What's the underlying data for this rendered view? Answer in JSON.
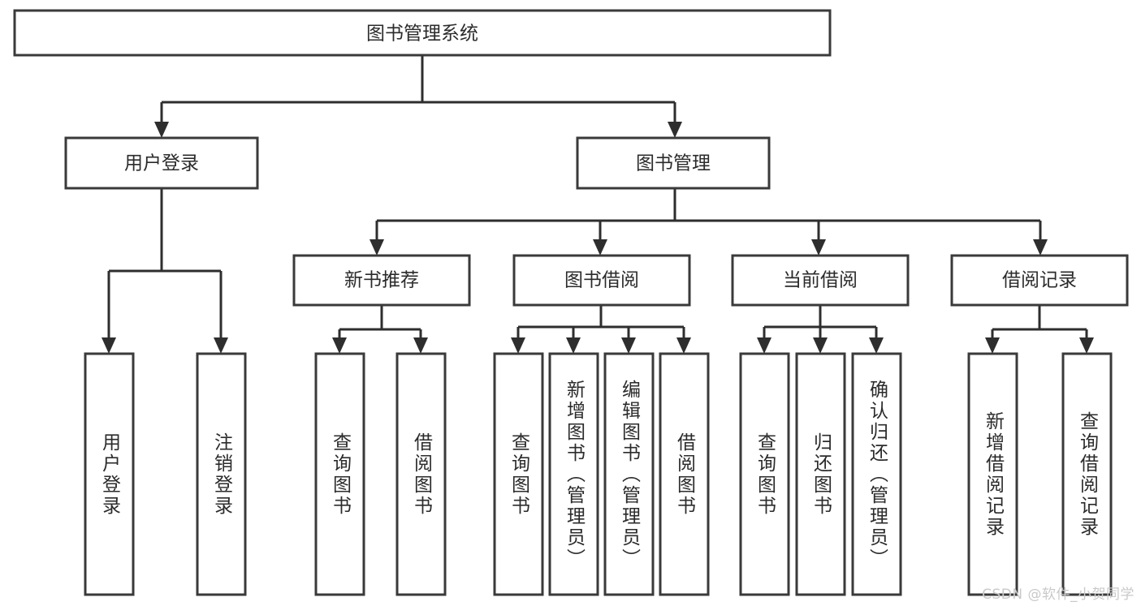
{
  "diagram": {
    "type": "tree-hierarchy",
    "title": "图书管理系统",
    "watermark": "CSDN @软件_小贺同学",
    "colors": {
      "box_fill": "#ffffff",
      "box_stroke": "#3a3a3a",
      "connector": "#2e2e2e",
      "label_text": "#2b2b2b",
      "watermark_text": "#c9c9c9",
      "background": "#ffffff"
    },
    "levels": {
      "root": {
        "label": "图书管理系统",
        "orientation": "horizontal"
      },
      "level2": [
        {
          "label": "用户登录",
          "orientation": "horizontal"
        },
        {
          "label": "图书管理",
          "orientation": "horizontal"
        }
      ],
      "level3": [
        {
          "label": "新书推荐",
          "orientation": "horizontal",
          "parent": "图书管理"
        },
        {
          "label": "图书借阅",
          "orientation": "horizontal",
          "parent": "图书管理"
        },
        {
          "label": "当前借阅",
          "orientation": "horizontal",
          "parent": "图书管理"
        },
        {
          "label": "借阅记录",
          "orientation": "horizontal",
          "parent": "图书管理"
        }
      ],
      "leaves": [
        {
          "label": "用户登录",
          "orientation": "vertical",
          "parent": "用户登录"
        },
        {
          "label": "注销登录",
          "orientation": "vertical",
          "parent": "用户登录"
        },
        {
          "label": "查询图书",
          "orientation": "vertical",
          "parent": "新书推荐"
        },
        {
          "label": "借阅图书",
          "orientation": "vertical",
          "parent": "新书推荐"
        },
        {
          "label": "查询图书",
          "orientation": "vertical",
          "parent": "图书借阅"
        },
        {
          "label": "新增图书（管理员）",
          "orientation": "vertical",
          "parent": "图书借阅"
        },
        {
          "label": "编辑图书（管理员）",
          "orientation": "vertical",
          "parent": "图书借阅"
        },
        {
          "label": "借阅图书",
          "orientation": "vertical",
          "parent": "图书借阅"
        },
        {
          "label": "查询图书",
          "orientation": "vertical",
          "parent": "当前借阅"
        },
        {
          "label": "归还图书",
          "orientation": "vertical",
          "parent": "当前借阅"
        },
        {
          "label": "确认归还（管理员）",
          "orientation": "vertical",
          "parent": "当前借阅"
        },
        {
          "label": "新增借阅记录",
          "orientation": "vertical",
          "parent": "借阅记录"
        },
        {
          "label": "查询借阅记录",
          "orientation": "vertical",
          "parent": "借阅记录"
        }
      ]
    }
  }
}
